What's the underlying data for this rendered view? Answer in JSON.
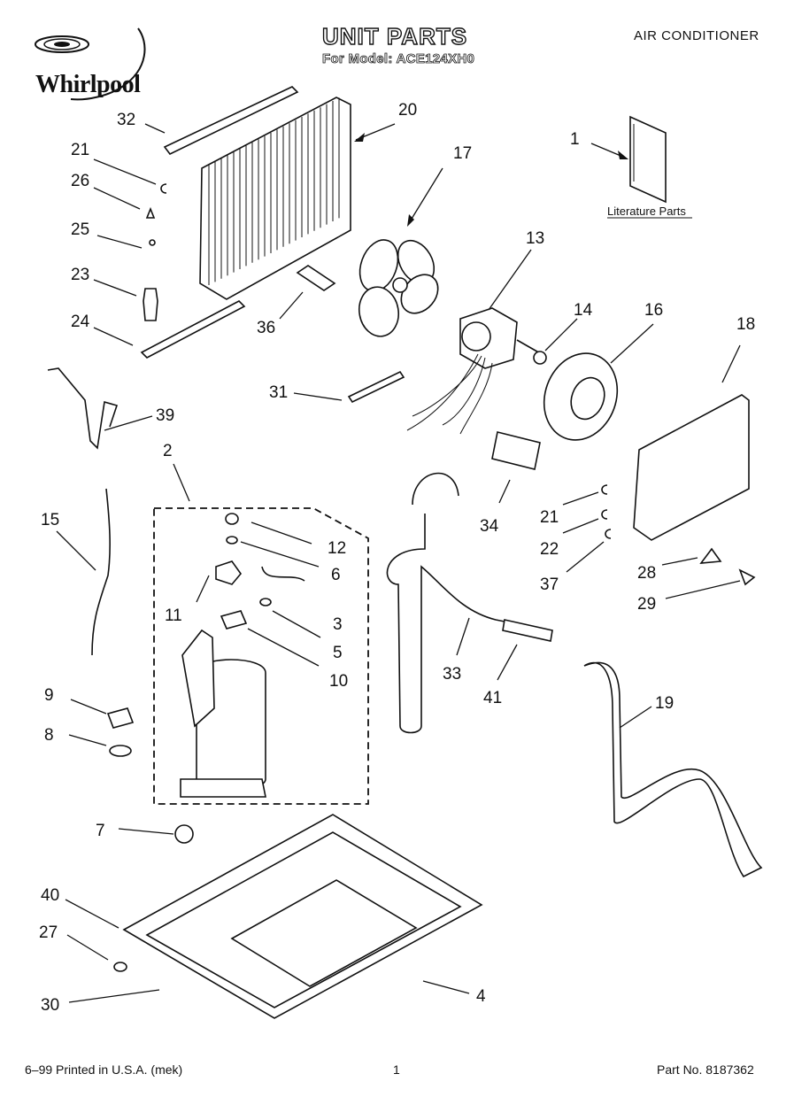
{
  "header": {
    "brand": "Whirlpool",
    "title": "UNIT PARTS",
    "subtitle": "For Model: ACE124XH0",
    "category": "AIR CONDITIONER"
  },
  "literature_label": "Literature Parts",
  "callouts": [
    "1",
    "2",
    "3",
    "4",
    "5",
    "6",
    "7",
    "8",
    "9",
    "10",
    "11",
    "12",
    "13",
    "14",
    "15",
    "16",
    "17",
    "18",
    "19",
    "20",
    "21",
    "21",
    "22",
    "23",
    "24",
    "25",
    "26",
    "27",
    "28",
    "29",
    "30",
    "31",
    "32",
    "33",
    "34",
    "36",
    "37",
    "39",
    "40",
    "41"
  ],
  "footer": {
    "left": "6–99 Printed in U.S.A. (mek)",
    "page": "1",
    "right": "Part No. 8187362"
  }
}
